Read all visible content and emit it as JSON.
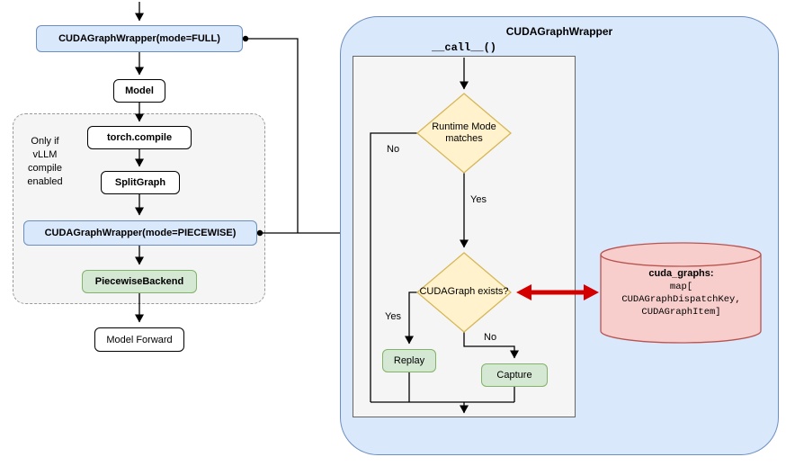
{
  "colors": {
    "blue_fill": "#dae8fc",
    "blue_border": "#6c8ebf",
    "green_fill": "#d5e8d4",
    "green_border": "#82b366",
    "yellow_fill": "#fff2cc",
    "yellow_border": "#d6b656",
    "pink_fill": "#f8cecc",
    "pink_border": "#b85450",
    "red_arrow": "#d40000",
    "panel_gray": "#f5f5f5"
  },
  "left_flow": {
    "full_wrapper": "CUDAGraphWrapper(mode=FULL)",
    "model": "Model",
    "group_note": "Only if vLLM compile enabled",
    "torch_compile": "torch.compile",
    "split_graph": "SplitGraph",
    "piecewise_wrapper": "CUDAGraphWrapper(mode=PIECEWISE)",
    "piecewise_backend": "PiecewiseBackend",
    "model_forward": "Model Forward"
  },
  "right_panel": {
    "title": "CUDAGraphWrapper",
    "call_label": "__call__()",
    "decision_runtime": "Runtime Mode matches",
    "decision_exists": "CUDAGraph exists?",
    "labels": {
      "no1": "No",
      "yes1": "Yes",
      "yes2": "Yes",
      "no2": "No"
    },
    "replay": "Replay",
    "capture": "Capture",
    "store": {
      "title": "cuda_graphs:",
      "line1": "map[",
      "line2": "CUDAGraphDispatchKey,",
      "line3": "CUDAGraphItem]"
    }
  }
}
